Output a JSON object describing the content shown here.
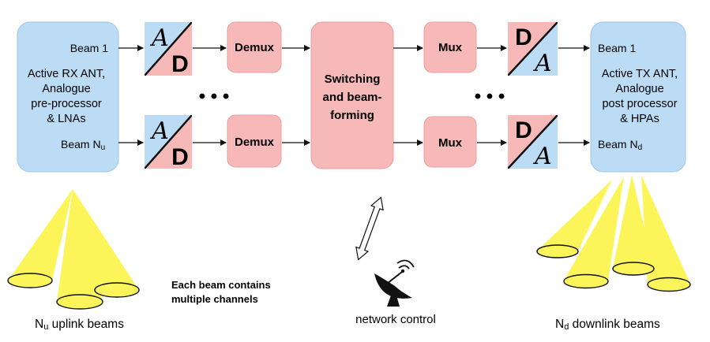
{
  "colors": {
    "pink": "#f7b8b8",
    "pink_edge": "#e8a0a0",
    "blue": "#bcdcf5",
    "blue_edge": "#9cc4e6",
    "beam_yellow": "#fbf55a",
    "beam_rim": "#f5ee00",
    "line": "#111111"
  },
  "rx_antenna": {
    "beam_top": "Beam 1",
    "lines": [
      "Active RX ANT,",
      "Analogue",
      "pre-processor",
      "& LNAs"
    ],
    "beam_bottom_main": "Beam N",
    "beam_bottom_sub": "u"
  },
  "tx_antenna": {
    "beam_top": "Beam 1",
    "lines": [
      "Active TX ANT,",
      "Analogue",
      "post processor",
      "& HPAs"
    ],
    "beam_bottom_main": "Beam N",
    "beam_bottom_sub": "d"
  },
  "adc": {
    "top_glyph": "A",
    "bottom_glyph": "D"
  },
  "dac": {
    "top_glyph": "D",
    "bottom_glyph": "A"
  },
  "demux_label": "Demux",
  "mux_label": "Mux",
  "switch_block": {
    "lines": [
      "Switching",
      "and beam-",
      "forming"
    ]
  },
  "ellipsis": "• • •",
  "uplink_label": {
    "main_pre": "N",
    "sub": "u",
    "main_post": " uplink beams"
  },
  "downlink_label": {
    "main_pre": "N",
    "sub": "d",
    "main_post": " downlink beams"
  },
  "channels_note": [
    "Each beam contains",
    "multiple channels"
  ],
  "network_control": "network control",
  "icons": [
    "satellite-dish-icon",
    "double-arrow-icon"
  ]
}
